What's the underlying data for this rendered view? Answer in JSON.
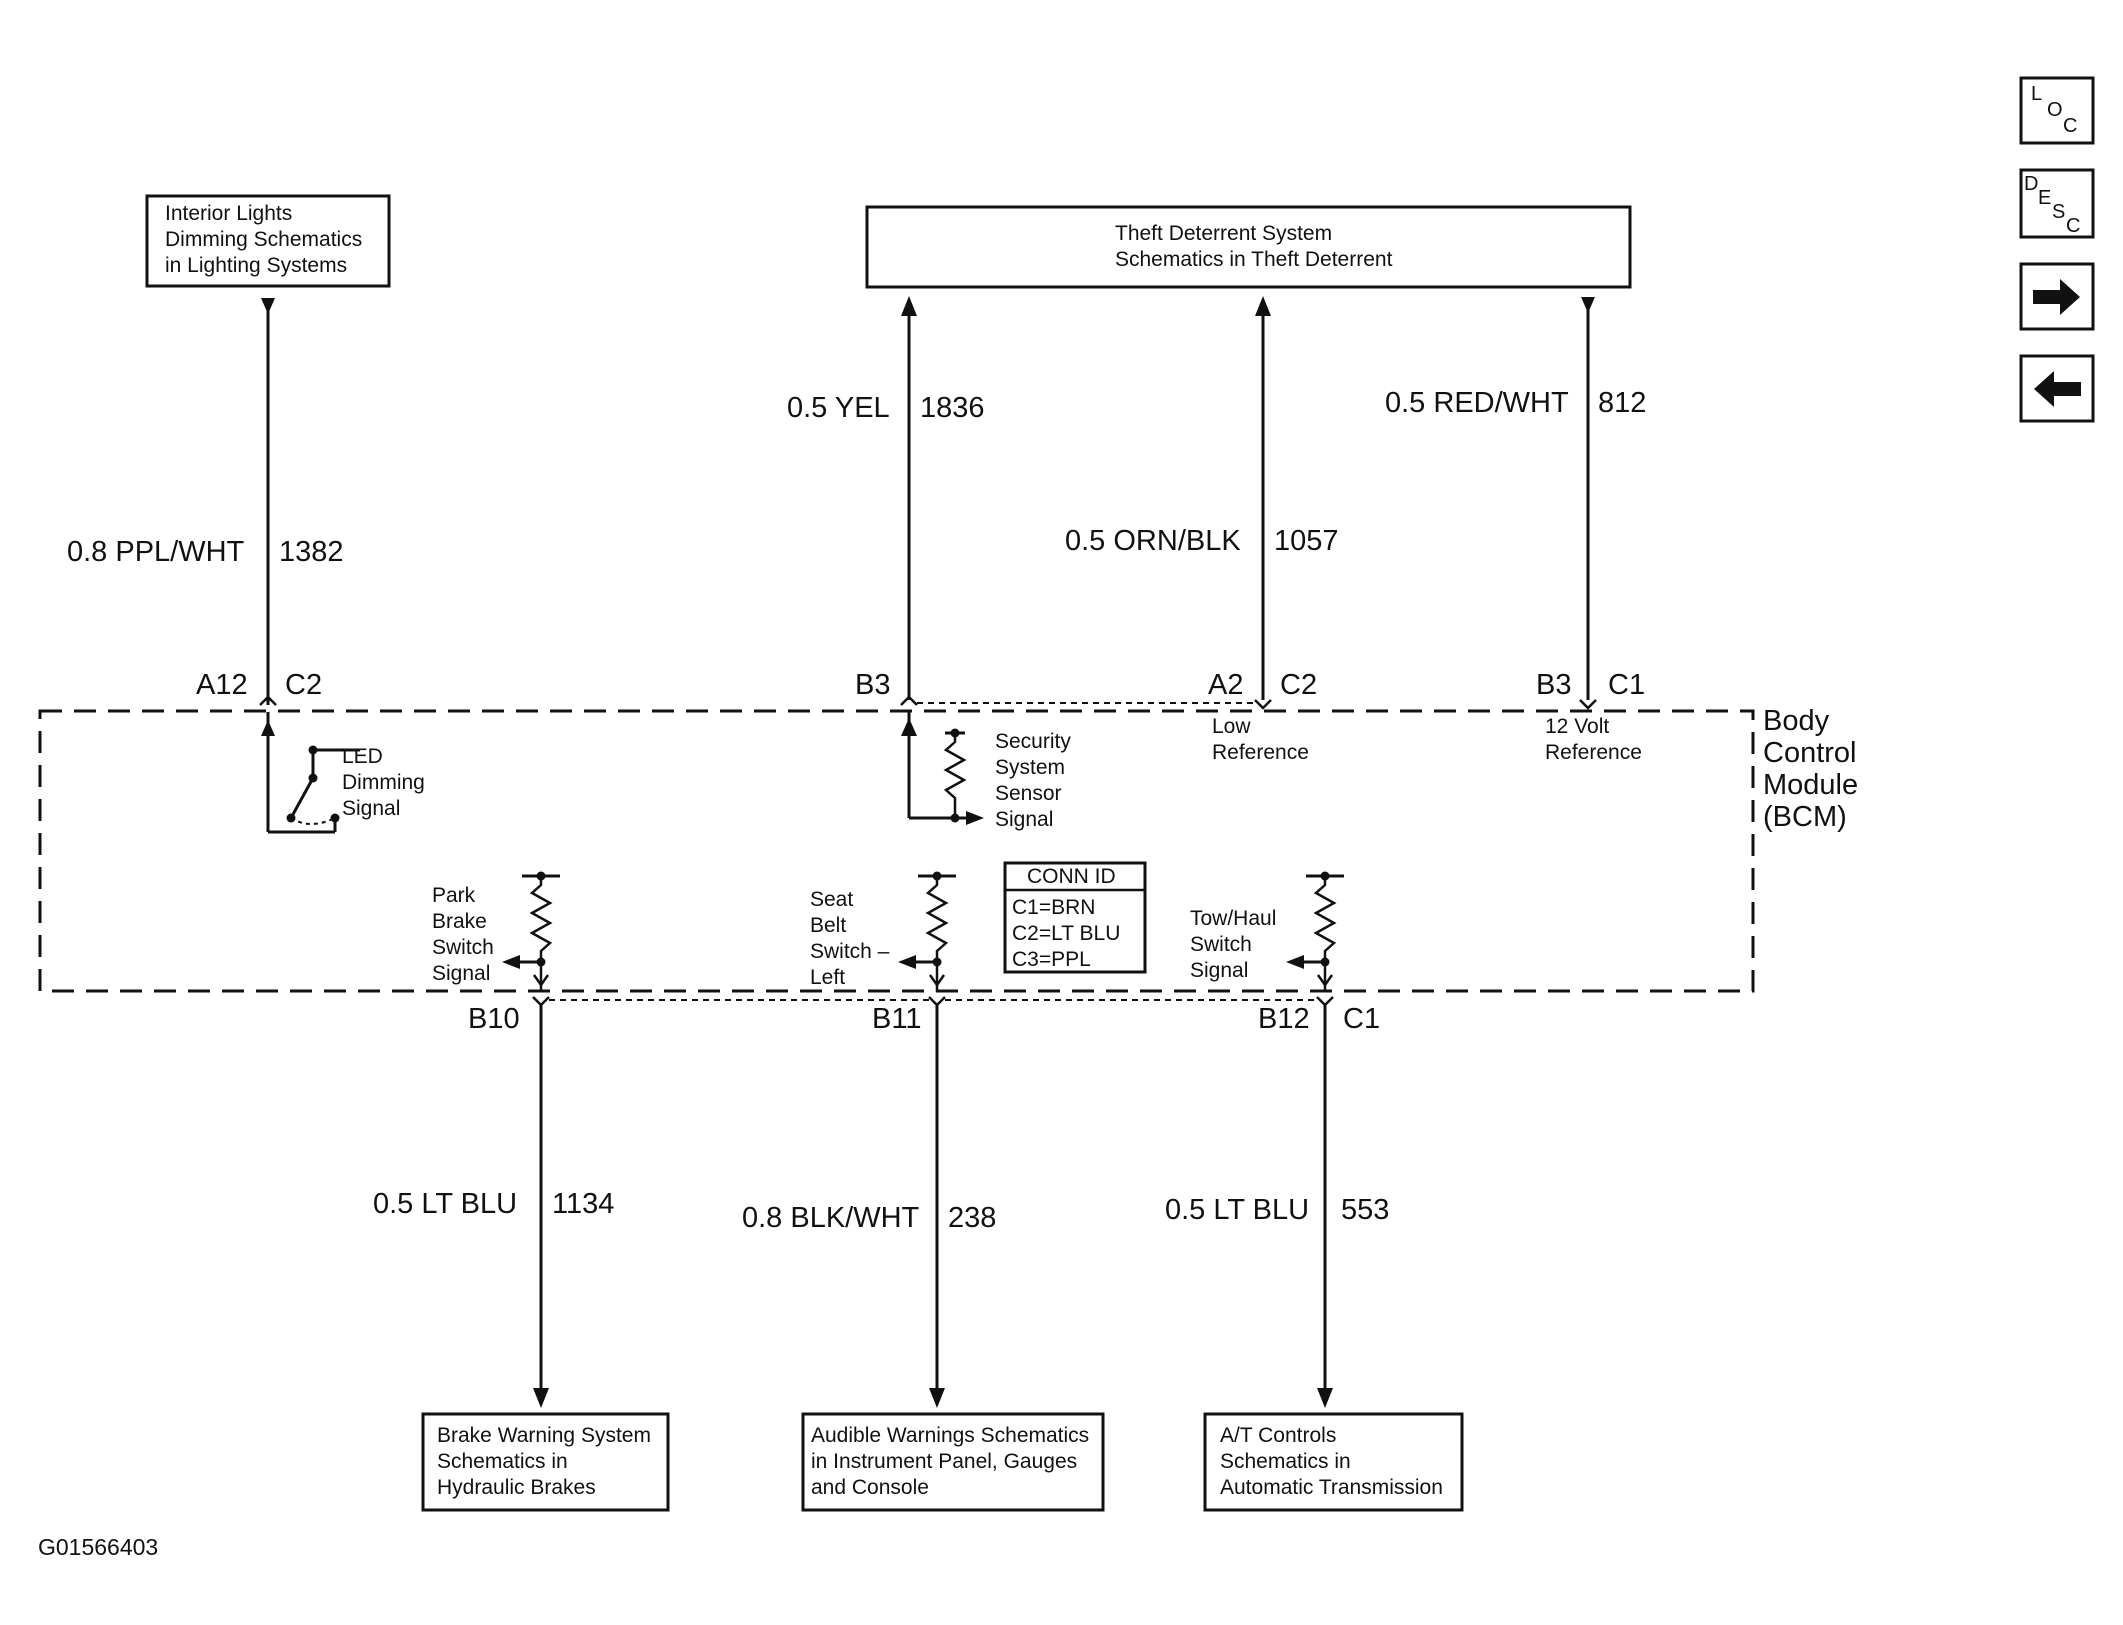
{
  "boxes": {
    "interior_lights": [
      "Interior Lights",
      "Dimming Schematics",
      "in Lighting Systems"
    ],
    "theft_deterrent": [
      "Theft Deterrent System",
      "Schematics in Theft Deterrent"
    ],
    "brake_warning": [
      "Brake Warning System",
      "Schematics in",
      "Hydraulic Brakes"
    ],
    "audible_warnings": [
      "Audible Warnings Schematics",
      "in Instrument Panel, Gauges",
      "and Console"
    ],
    "at_controls": [
      "A/T Controls",
      "Schematics in",
      "Automatic Transmission"
    ]
  },
  "wires": {
    "w1382": {
      "spec": "0.8 PPL/WHT",
      "circuit": "1382"
    },
    "w1836": {
      "spec": "0.5 YEL",
      "circuit": "1836"
    },
    "w1057": {
      "spec": "0.5 ORN/BLK",
      "circuit": "1057"
    },
    "w812": {
      "spec": "0.5 RED/WHT",
      "circuit": "812"
    },
    "w1134": {
      "spec": "0.5 LT BLU",
      "circuit": "1134"
    },
    "w238": {
      "spec": "0.8 BLK/WHT",
      "circuit": "238"
    },
    "w553": {
      "spec": "0.5 LT BLU",
      "circuit": "553"
    }
  },
  "pins": {
    "a12": "A12",
    "c2_a": "C2",
    "b3_a": "B3",
    "a2": "A2",
    "c2_b": "C2",
    "b3_b": "B3",
    "c1_a": "C1",
    "b10": "B10",
    "b11": "B11",
    "b12": "B12",
    "c1_b": "C1"
  },
  "signals": {
    "led_dimming": [
      "LED",
      "Dimming",
      "Signal"
    ],
    "security": [
      "Security",
      "System",
      "Sensor",
      "Signal"
    ],
    "low_reference": [
      "Low",
      "Reference"
    ],
    "volt_reference": [
      "12 Volt",
      "Reference"
    ],
    "park_brake": [
      "Park",
      "Brake",
      "Switch",
      "Signal"
    ],
    "seat_belt": [
      "Seat",
      "Belt",
      "Switch –",
      "Left"
    ],
    "tow_haul": [
      "Tow/Haul",
      "Switch",
      "Signal"
    ]
  },
  "conn_id": {
    "title": "CONN ID",
    "lines": [
      "C1=BRN",
      "C2=LT BLU",
      "C3=PPL"
    ]
  },
  "module": {
    "name": [
      "Body",
      "Control",
      "Module",
      "(BCM)"
    ]
  },
  "nav": {
    "loc": [
      "L",
      "O",
      "C"
    ],
    "desc": [
      "D",
      "E",
      "S",
      "C"
    ]
  },
  "figure_id": "G01566403"
}
